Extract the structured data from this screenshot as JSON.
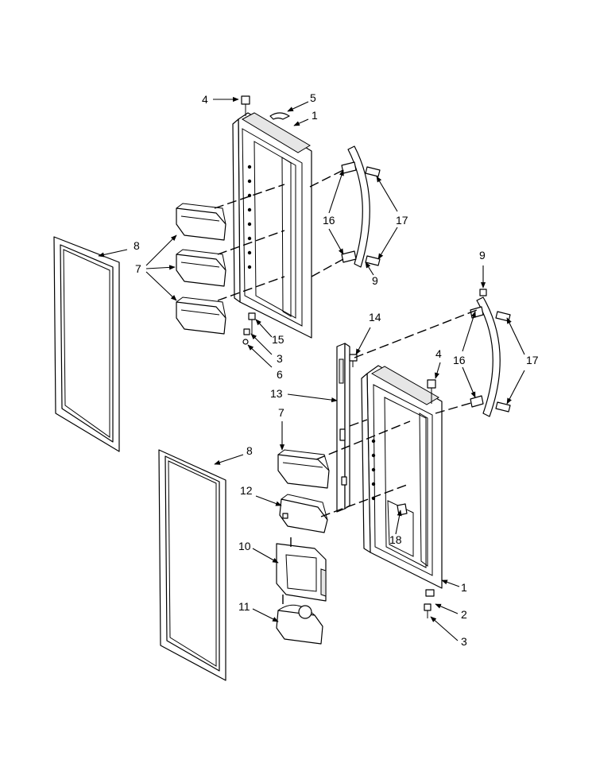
{
  "diagram": {
    "type": "exploded-parts-diagram",
    "callouts": {
      "n1": "1",
      "n2": "2",
      "n3": "3",
      "n4": "4",
      "n5": "5",
      "n6": "6",
      "n7": "7",
      "n8": "8",
      "n9": "9",
      "n10": "10",
      "n11": "11",
      "n12": "12",
      "n13": "13",
      "n14": "14",
      "n15": "15",
      "n16": "16",
      "n17": "17",
      "n18": "18"
    }
  }
}
